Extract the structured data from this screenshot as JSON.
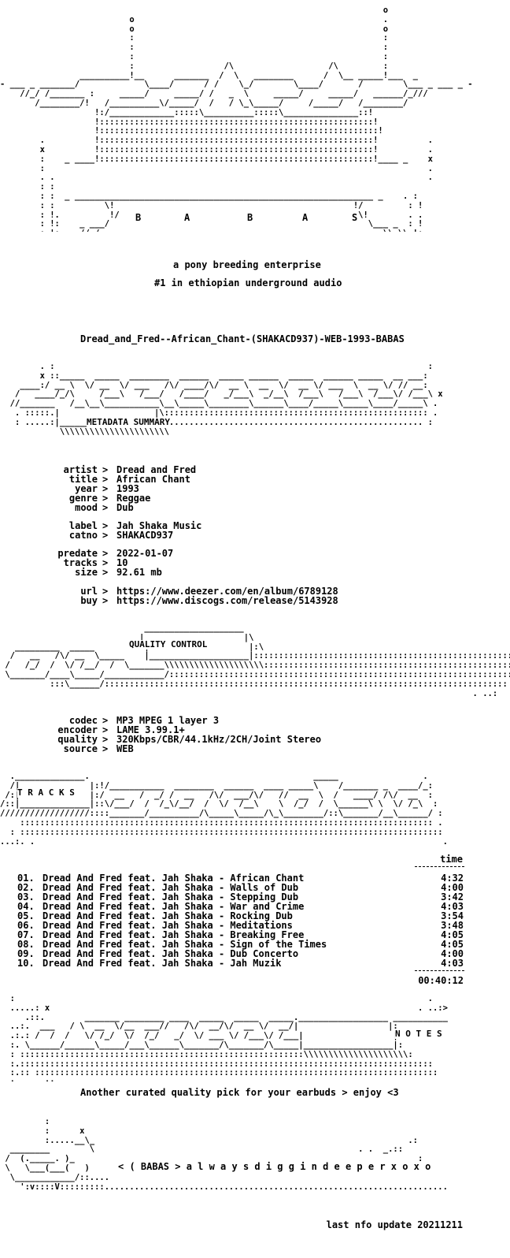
{
  "logo": {
    "letters": [
      "B",
      "A",
      "B",
      "A",
      "S"
    ],
    "tagline": "a pony breeding enterprise",
    "subtitle": "#1 in ethiopian underground audio"
  },
  "release_name": "Dread_and_Fred--African_Chant-(SHAKACD937)-WEB-1993-BABAS",
  "sections": {
    "metadata": "METADATA SUMMARY",
    "quality": "QUALITY CONTROL",
    "tracks": "T R A C K S",
    "notes": "N O T E S"
  },
  "metadata": [
    {
      "key": "artist",
      "value": "Dread and Fred"
    },
    {
      "key": "title",
      "value": "African Chant"
    },
    {
      "key": "year",
      "value": "1993"
    },
    {
      "key": "genre",
      "value": "Reggae"
    },
    {
      "key": "mood",
      "value": "Dub"
    },
    {
      "key": "label",
      "value": "Jah Shaka Music"
    },
    {
      "key": "catno",
      "value": "SHAKACD937"
    },
    {
      "key": "predate",
      "value": "2022-01-07"
    },
    {
      "key": "tracks",
      "value": "10"
    },
    {
      "key": "size",
      "value": "92.61 mb"
    },
    {
      "key": "url",
      "value": "https://www.deezer.com/en/album/6789128"
    },
    {
      "key": "buy",
      "value": "https://www.discogs.com/release/5143928"
    }
  ],
  "quality": [
    {
      "key": "codec",
      "value": "MP3 MPEG 1 layer 3"
    },
    {
      "key": "encoder",
      "value": "LAME 3.99.1+"
    },
    {
      "key": "quality",
      "value": "320Kbps/CBR/44.1kHz/2CH/Joint Stereo"
    },
    {
      "key": "source",
      "value": "WEB"
    }
  ],
  "tracklist": {
    "time_header": "time",
    "tracks": [
      {
        "num": "01.",
        "title": "Dread And Fred feat. Jah Shaka - African Chant",
        "time": "4:32"
      },
      {
        "num": "02.",
        "title": "Dread And Fred feat. Jah Shaka - Walls of Dub",
        "time": "4:00"
      },
      {
        "num": "03.",
        "title": "Dread And Fred feat. Jah Shaka - Stepping Dub",
        "time": "3:42"
      },
      {
        "num": "04.",
        "title": "Dread And Fred feat. Jah Shaka - War and Crime",
        "time": "4:03"
      },
      {
        "num": "05.",
        "title": "Dread And Fred feat. Jah Shaka - Rocking Dub",
        "time": "3:54"
      },
      {
        "num": "06.",
        "title": "Dread And Fred feat. Jah Shaka - Meditations",
        "time": "3:48"
      },
      {
        "num": "07.",
        "title": "Dread And Fred feat. Jah Shaka - Breaking Free",
        "time": "4:05"
      },
      {
        "num": "08.",
        "title": "Dread And Fred feat. Jah Shaka - Sign of the Times",
        "time": "4:05"
      },
      {
        "num": "09.",
        "title": "Dread And Fred feat. Jah Shaka - Dub Concerto",
        "time": "4:00"
      },
      {
        "num": "10.",
        "title": "Dread And Fred feat. Jah Shaka - Jah Muzik",
        "time": "4:03"
      }
    ],
    "total": "00:40:12"
  },
  "notes_text": "Another curated quality pick for your earbuds > enjoy <3",
  "footer": {
    "tag": "< ( BABAS > a l w a y s d i g g i n d e e p e r x o x o",
    "update": "last nfo update 20211211"
  }
}
